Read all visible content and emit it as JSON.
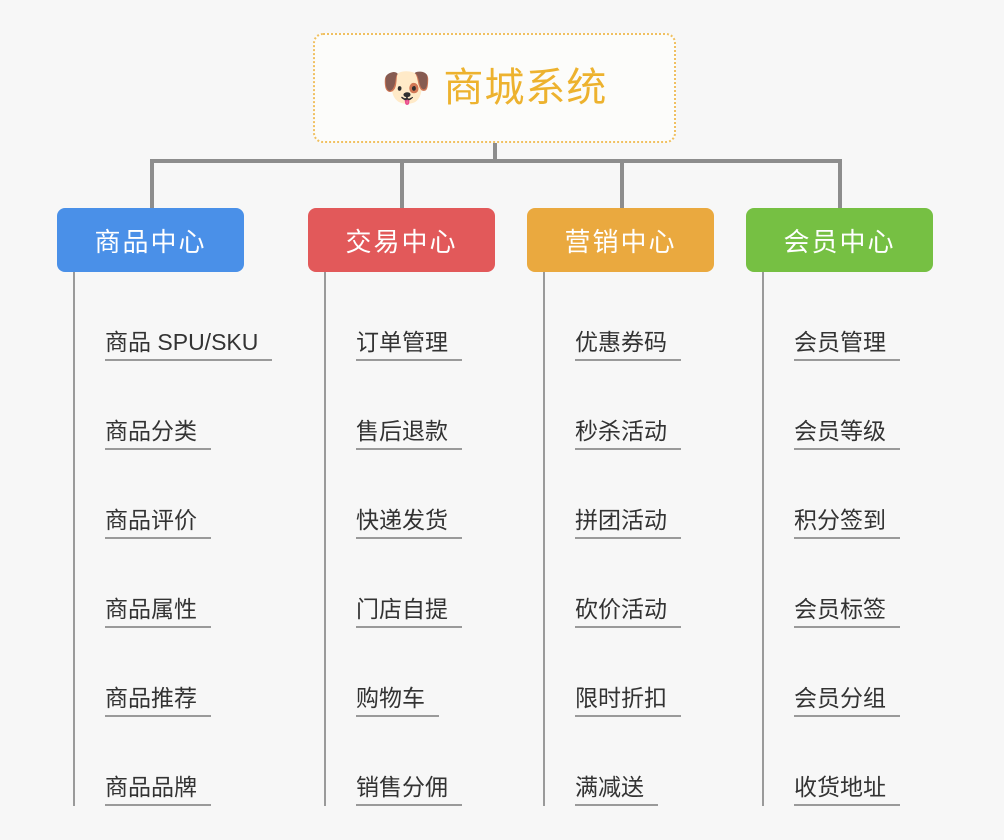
{
  "page": {
    "background_color": "#f7f7f7",
    "type": "mindmap"
  },
  "root": {
    "icon": "dog-face-emoji",
    "emoji": "🐶",
    "title": "商城系统",
    "text_color": "#edb22e",
    "border_color": "#f0c061",
    "background_color": "#fcfcfa"
  },
  "connector": {
    "color": "#8d8d8d"
  },
  "columns": [
    {
      "header": "商品中心",
      "color": "#4a90e8",
      "items": [
        "商品 SPU/SKU",
        "商品分类",
        "商品评价",
        "商品属性",
        "商品推荐",
        "商品品牌"
      ]
    },
    {
      "header": "交易中心",
      "color": "#e2595a",
      "items": [
        "订单管理",
        "售后退款",
        "快递发货",
        "门店自提",
        "购物车",
        "销售分佣"
      ]
    },
    {
      "header": "营销中心",
      "color": "#eaa93f",
      "items": [
        "优惠券码",
        "秒杀活动",
        "拼团活动",
        "砍价活动",
        "限时折扣",
        "满减送"
      ]
    },
    {
      "header": "会员中心",
      "color": "#76c043",
      "items": [
        "会员管理",
        "会员等级",
        "积分签到",
        "会员标签",
        "会员分组",
        "收货地址"
      ]
    }
  ]
}
